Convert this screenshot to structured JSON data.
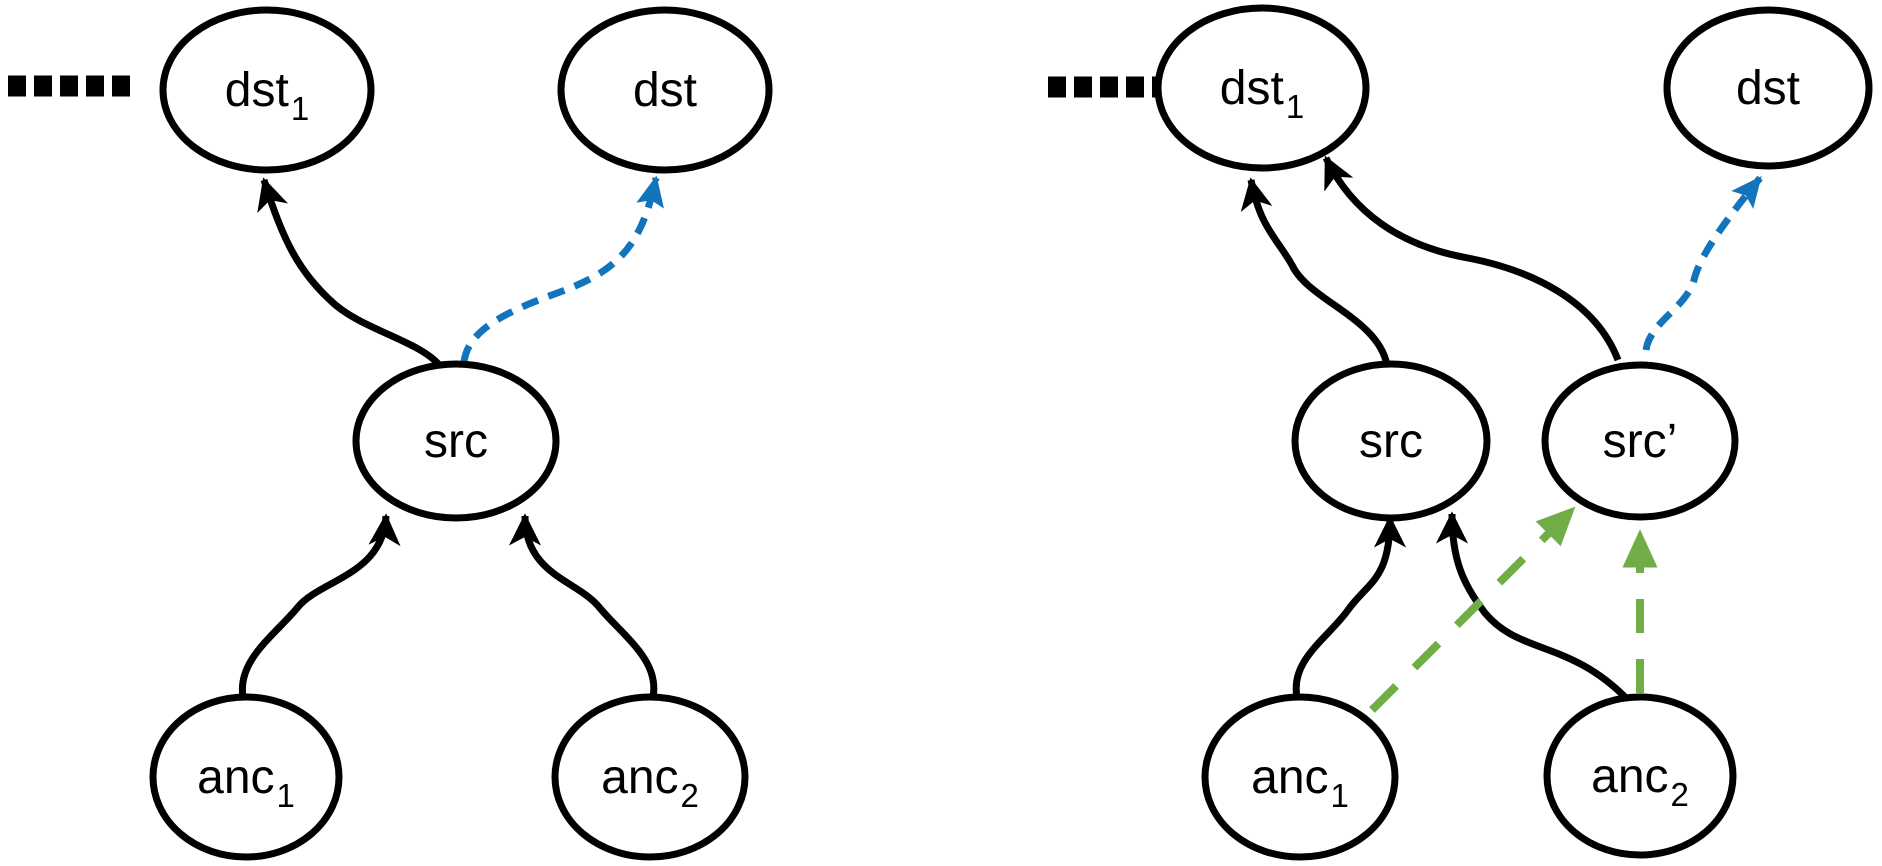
{
  "colors": {
    "black": "#000000",
    "blue": "#1274bc",
    "green": "#70ad47"
  },
  "left_diagram": {
    "continuation_dots": "ellipsis toward more dst nodes",
    "nodes": {
      "dst1": {
        "main": "dst",
        "sub": "1"
      },
      "dst": {
        "main": "dst",
        "sub": ""
      },
      "src": {
        "main": "src",
        "sub": ""
      },
      "anc1": {
        "main": "anc",
        "sub": "1"
      },
      "anc2": {
        "main": "anc",
        "sub": "2"
      }
    },
    "edges": [
      {
        "from": "anc1",
        "to": "src",
        "color": "black",
        "style": "solid"
      },
      {
        "from": "anc2",
        "to": "src",
        "color": "black",
        "style": "solid"
      },
      {
        "from": "src",
        "to": "dst1",
        "color": "black",
        "style": "solid"
      },
      {
        "from": "src",
        "to": "dst",
        "color": "blue",
        "style": "dashed"
      }
    ]
  },
  "right_diagram": {
    "continuation_dots": "ellipsis toward more dst nodes",
    "nodes": {
      "dst1": {
        "main": "dst",
        "sub": "1"
      },
      "dst": {
        "main": "dst",
        "sub": ""
      },
      "src": {
        "main": "src",
        "sub": ""
      },
      "src_prime": {
        "main": "src’",
        "sub": ""
      },
      "anc1": {
        "main": "anc",
        "sub": "1"
      },
      "anc2": {
        "main": "anc",
        "sub": "2"
      }
    },
    "edges": [
      {
        "from": "anc1",
        "to": "src",
        "color": "black",
        "style": "solid"
      },
      {
        "from": "anc2",
        "to": "src",
        "color": "black",
        "style": "solid"
      },
      {
        "from": "src",
        "to": "dst1",
        "color": "black",
        "style": "solid"
      },
      {
        "from": "src_prime",
        "to": "dst1",
        "color": "black",
        "style": "solid"
      },
      {
        "from": "anc1",
        "to": "src_prime",
        "color": "green",
        "style": "dashed"
      },
      {
        "from": "anc2",
        "to": "src_prime",
        "color": "green",
        "style": "dashed"
      },
      {
        "from": "src_prime",
        "to": "dst",
        "color": "blue",
        "style": "dashed"
      }
    ]
  }
}
